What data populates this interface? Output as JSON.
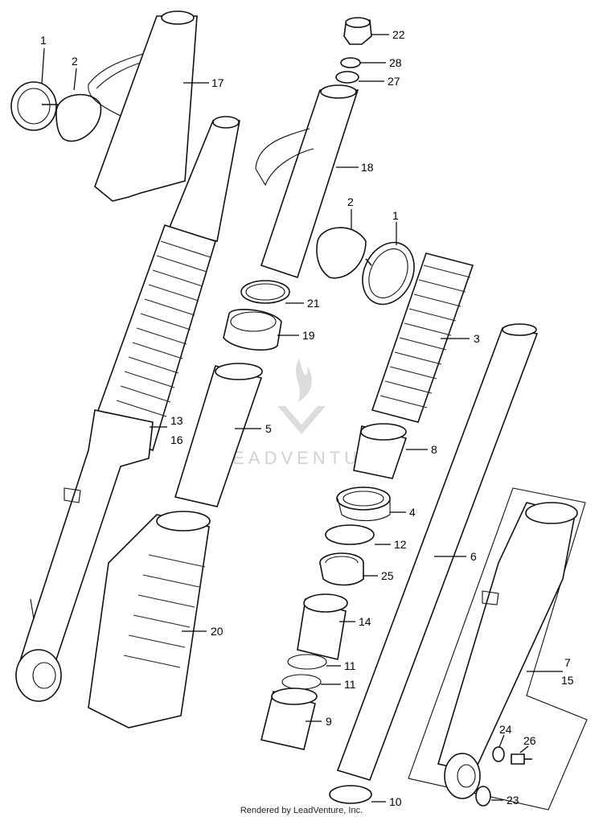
{
  "watermark": "LEADVENTURE",
  "footer": "Rendered by LeadVenture, Inc.",
  "callouts": {
    "c1a": "1",
    "c2a": "2",
    "c17": "17",
    "c22": "22",
    "c28": "28",
    "c27": "27",
    "c18": "18",
    "c2b": "2",
    "c1b": "1",
    "c21": "21",
    "c3": "3",
    "c19": "19",
    "c13": "13",
    "c16": "16",
    "c5": "5",
    "c8": "8",
    "c4": "4",
    "c12": "12",
    "c25": "25",
    "c6": "6",
    "c14": "14",
    "c20": "20",
    "c7": "7",
    "c15": "15",
    "c11a": "11",
    "c11b": "11",
    "c9": "9",
    "c24": "24",
    "c26": "26",
    "c10": "10",
    "c23": "23"
  }
}
